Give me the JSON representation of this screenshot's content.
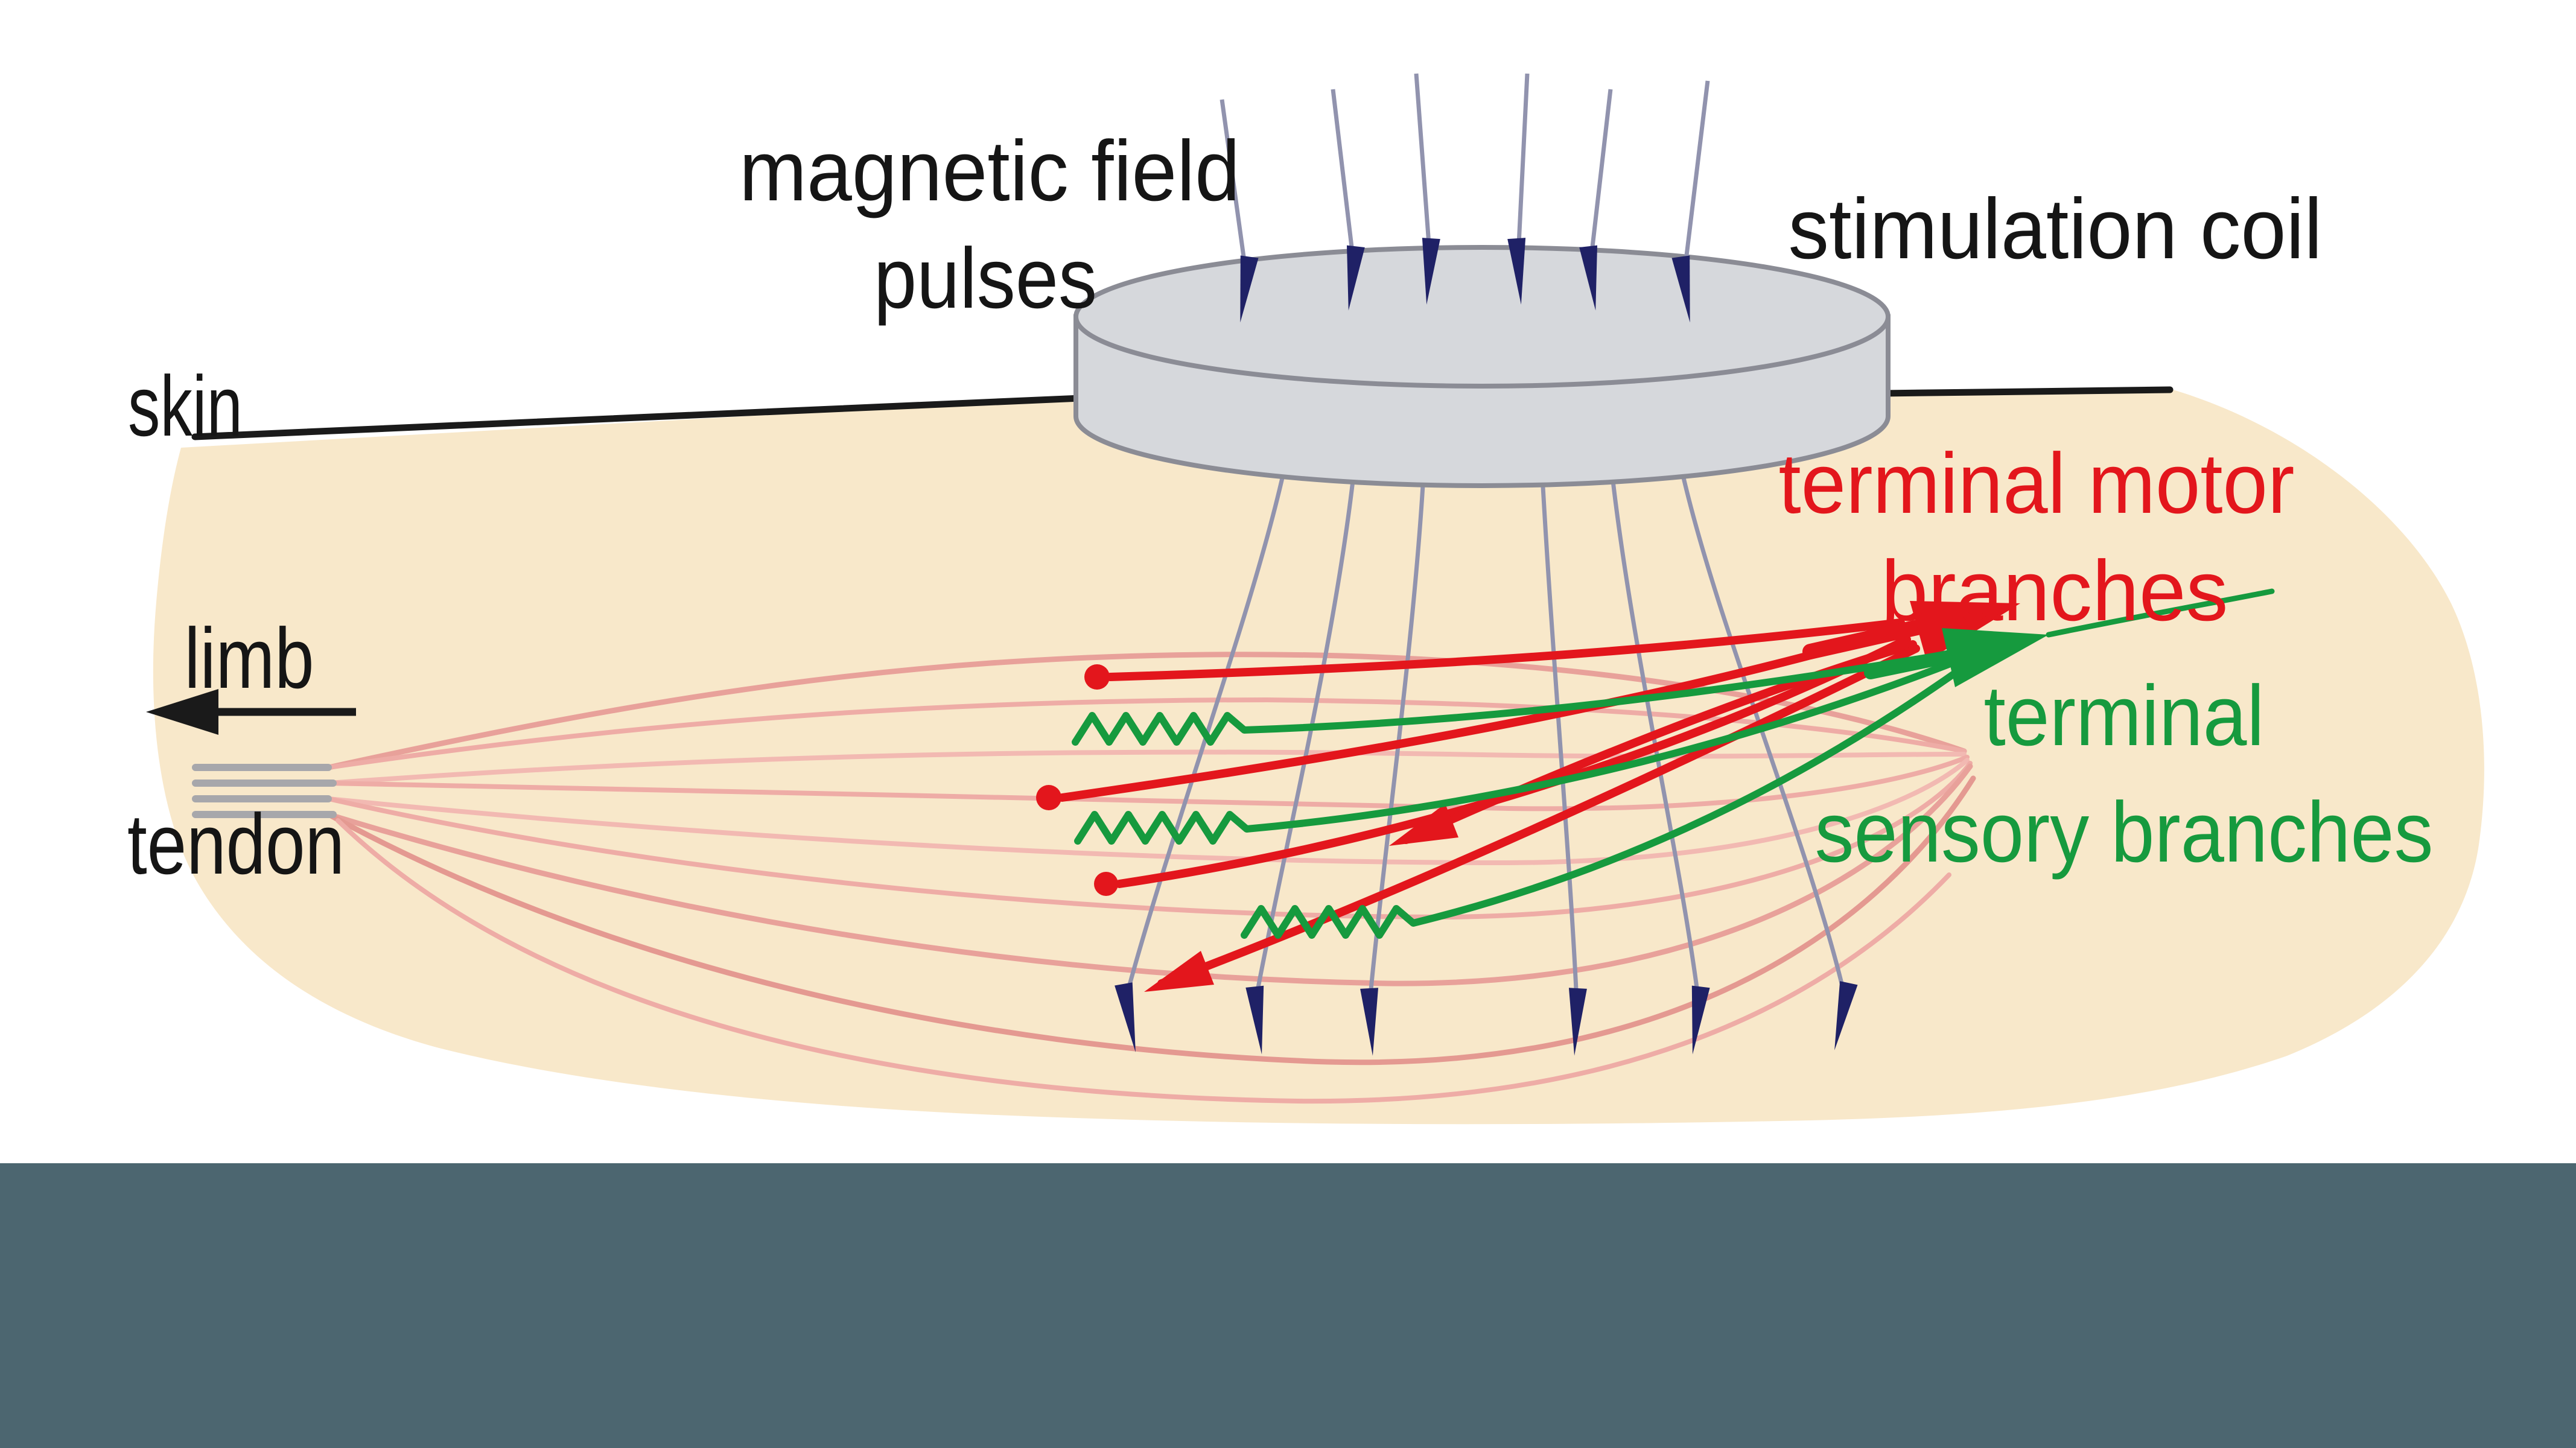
{
  "figure": {
    "labels": {
      "magnetic_field_line1": "magnetic field",
      "magnetic_field_line2": "pulses",
      "stimulation_coil": "stimulation coil",
      "skin": "skin",
      "limb": "limb",
      "tendon": "tendon",
      "terminal_motor_line1": "terminal motor",
      "terminal_motor_line2": "branches",
      "terminal_sensory_line1": "terminal",
      "terminal_sensory_line2": "sensory branches"
    },
    "colors": {
      "background": "#ffffff",
      "tissue_cream": "#f8e8ca",
      "footer_band_slate": "#4c6670",
      "field_line_gray": "#9193ae",
      "field_arrow_navy": "#1f2166",
      "coil_fill": "#d6d8dc",
      "coil_outline": "#8b8c95",
      "motor_red": "#e3161c",
      "sensory_green": "#169a3e",
      "muscle_fiber_pink": "#eeaca6",
      "tendon_gray": "#a7a7ab",
      "skin_line_black": "#1a1a1a"
    },
    "element_counts": {
      "field_lines_above_coil": 6,
      "field_lines_below_coil": 6,
      "motor_endplate_dots": 3,
      "sensory_receptor_squiggles": 3,
      "tendon_stripes": 4
    }
  }
}
